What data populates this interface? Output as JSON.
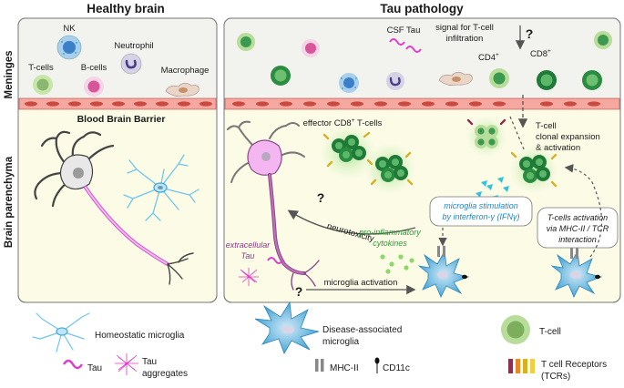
{
  "titles": {
    "healthy": "Healthy brain",
    "tau": "Tau pathology",
    "meninges": "Meninges",
    "parenchyma": "Brain parenchyma",
    "bbb": "Blood Brain Barrier"
  },
  "healthy_cells": {
    "nk": "NK",
    "neutrophil": "Neutrophil",
    "tcells": "T-cells",
    "bcells": "B-cells",
    "macrophage": "Macrophage"
  },
  "tau_labels": {
    "csf_tau": "CSF Tau",
    "signal_line1": "signal for T-cell",
    "signal_line2": "infiltration",
    "cd4": "CD4",
    "cd8": "CD8",
    "sup": "+",
    "effector": "effector CD8",
    "effector_suffix": " T-cells",
    "expansion_line1": "T-cell",
    "expansion_line2": "clonal expansion",
    "expansion_line3": "& activation",
    "question": "?",
    "neurotoxicity": "neurotoxicity",
    "stim_line1": "microglia stimulation",
    "stim_line2": "by interferon-γ (IFNγ)",
    "activation_line1": "T-cells activation",
    "activation_line2": "via MHC-II / TCR",
    "activation_line3": "interaction",
    "pro_line1": "pro-inflammatory",
    "pro_line2": "cytokines",
    "extra_line1": "extracellular",
    "extra_line2": "Tau",
    "microglia_activation": "microglia activation"
  },
  "legend": {
    "homeostatic": "Homeostatic microglia",
    "dam_line1": "Disease-associated",
    "dam_line2": "microglia",
    "tcell": "T-cell",
    "tau": "Tau",
    "aggregates_line1": "Tau",
    "aggregates_line2": "aggregates",
    "mhc": "MHC-II",
    "cd11c": "CD11c",
    "tcr_line1": "T cell Receptors",
    "tcr_line2": "(TCRs)"
  },
  "colors": {
    "panel_fill": "#fbfbe6",
    "meninges_fill": "#f2f2ee",
    "tcell_outer": "#b8dc9a",
    "tcell_inner": "#3c9a50",
    "cd8_dark": "#1e7a36",
    "neuron_pink": "#f3b6f0",
    "microglia_blue": "#7cc4e6",
    "tau_magenta": "#e03cc8",
    "bbb_red": "#e07a6a",
    "text_blue": "#1e88c8",
    "text_green": "#2e9a3a"
  }
}
